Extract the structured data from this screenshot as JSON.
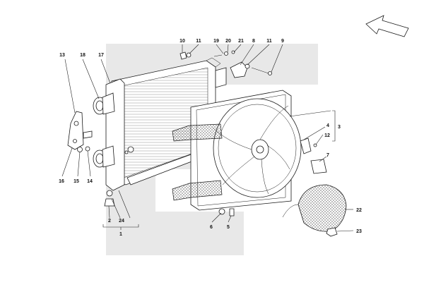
{
  "callouts": {
    "c1": "1",
    "c2": "2",
    "c3": "3",
    "c4": "4",
    "c5": "5",
    "c6": "6",
    "c7": "7",
    "c8": "8",
    "c9": "9",
    "c10": "10",
    "c11a": "11",
    "c11b": "11",
    "c12": "12",
    "c13": "13",
    "c14": "14",
    "c15": "15",
    "c16": "16",
    "c17": "17",
    "c18": "18",
    "c19": "19",
    "c20": "20",
    "c21": "21",
    "c22": "22",
    "c23": "23",
    "c24": "24"
  },
  "icons": {
    "direction_arrow": "arrow-icon"
  },
  "colors": {
    "watermark": "#e8e8e8",
    "line": "#1a1a1a"
  }
}
